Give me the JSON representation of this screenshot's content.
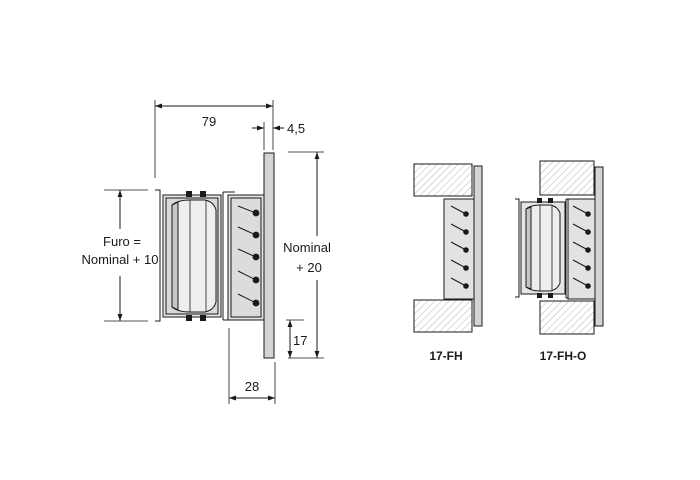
{
  "dimensions": {
    "width_total": "79",
    "flange_thickness": "4,5",
    "hole_line1": "Furo =",
    "hole_line2": "Nominal + 10",
    "nominal_line1": "Nominal",
    "nominal_line2": "+ 20",
    "bottom_offset": "17",
    "depth": "28"
  },
  "variants": [
    {
      "label": "17-FH"
    },
    {
      "label": "17-FH-O"
    }
  ],
  "colors": {
    "line": "#1a1a1a",
    "frame_fill": "#d4d4d4",
    "damper_fill": "#e8e8e8",
    "wall_hatch": "#b0b0b0"
  }
}
